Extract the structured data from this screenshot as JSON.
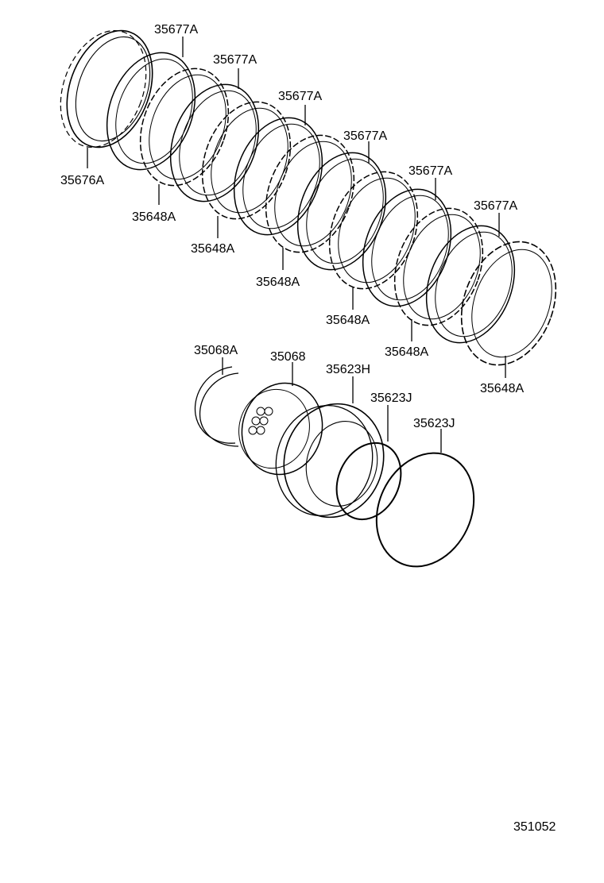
{
  "diagram": {
    "figure_number": "351052",
    "labels": {
      "p35677a_1": "35677A",
      "p35677a_2": "35677A",
      "p35677a_3": "35677A",
      "p35677a_4": "35677A",
      "p35677a_5": "35677A",
      "p35677a_6": "35677A",
      "p35676a": "35676A",
      "p35648a_1": "35648A",
      "p35648a_2": "35648A",
      "p35648a_3": "35648A",
      "p35648a_4": "35648A",
      "p35648a_5": "35648A",
      "p35648a_6": "35648A",
      "p35068a": "35068A",
      "p35068": "35068",
      "p35623h": "35623H",
      "p35623j_1": "35623J",
      "p35623j_2": "35623J"
    }
  }
}
